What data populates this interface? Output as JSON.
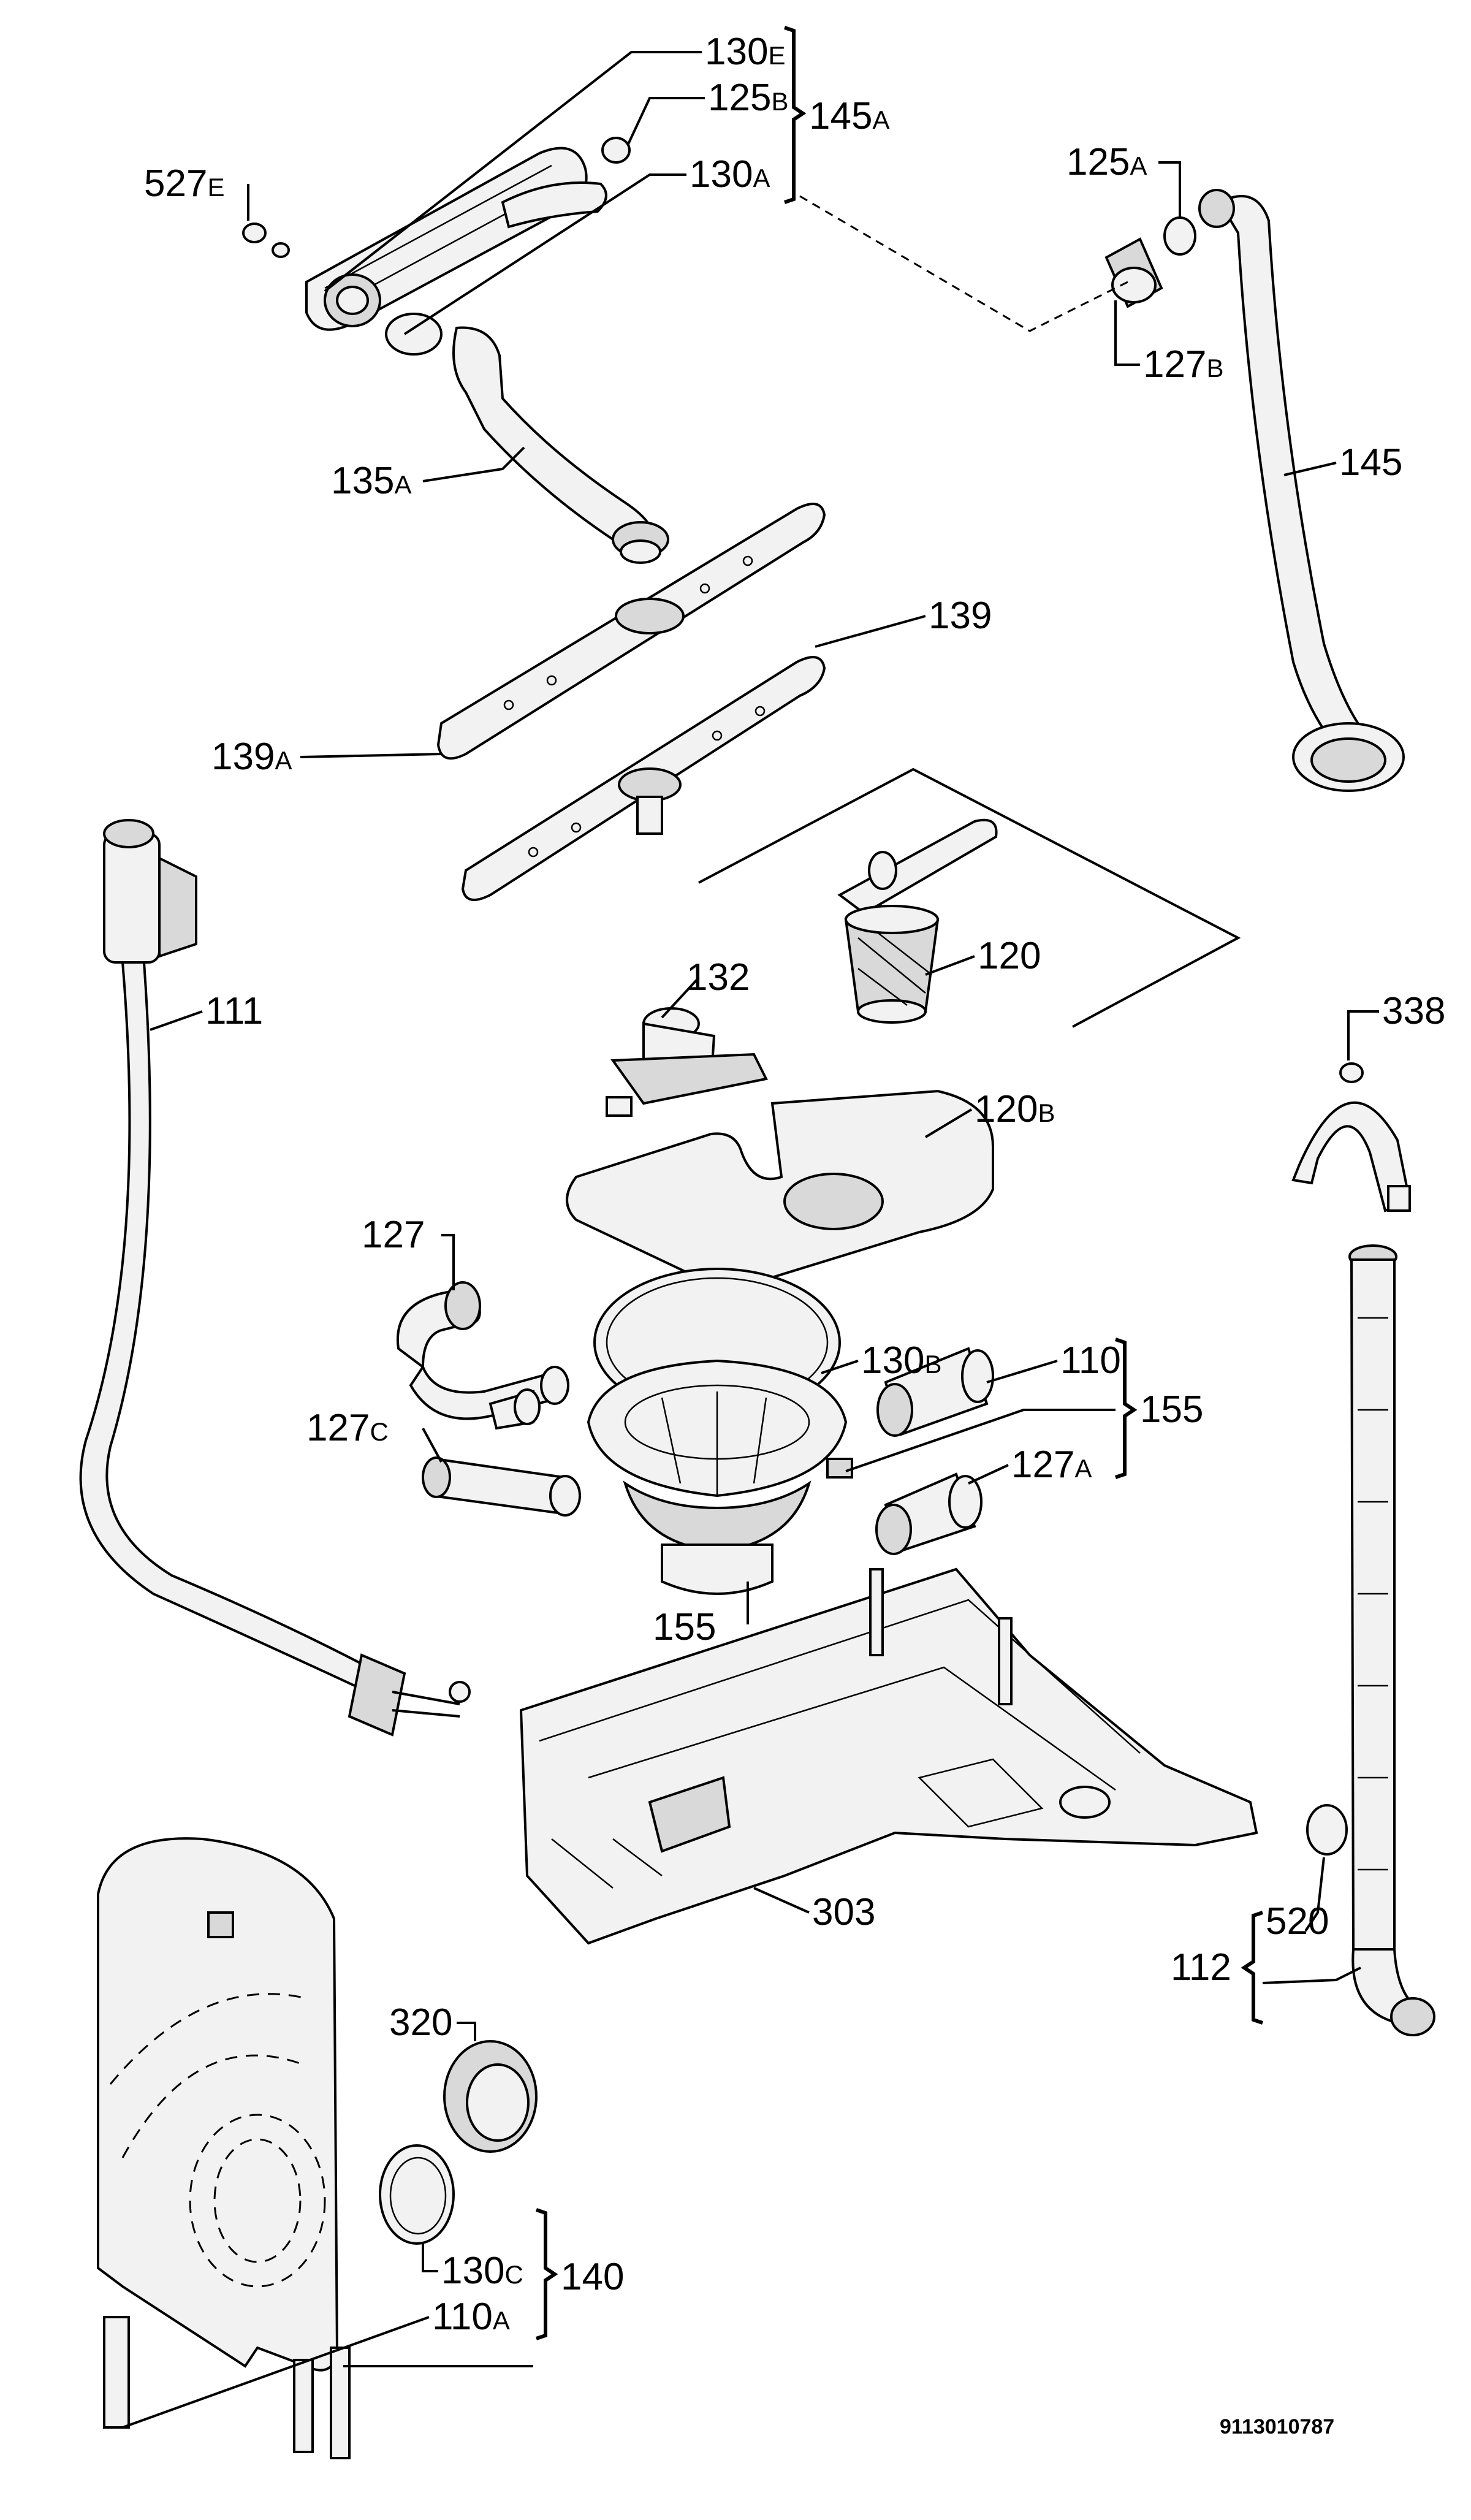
{
  "labels": {
    "l130e": {
      "main": "130",
      "sub": "E"
    },
    "l125b": {
      "main": "125",
      "sub": "B"
    },
    "l145a": {
      "main": "145",
      "sub": "A"
    },
    "l130a": {
      "main": "130",
      "sub": "A"
    },
    "l527e": {
      "main": "527",
      "sub": "E"
    },
    "l125a": {
      "main": "125",
      "sub": "A"
    },
    "l127b": {
      "main": "127",
      "sub": "B"
    },
    "l145": {
      "main": "145",
      "sub": ""
    },
    "l135a": {
      "main": "135",
      "sub": "A"
    },
    "l139": {
      "main": "139",
      "sub": ""
    },
    "l139a": {
      "main": "139",
      "sub": "A"
    },
    "l111": {
      "main": "111",
      "sub": ""
    },
    "l132": {
      "main": "132",
      "sub": ""
    },
    "l120": {
      "main": "120",
      "sub": ""
    },
    "l338": {
      "main": "338",
      "sub": ""
    },
    "l120b": {
      "main": "120",
      "sub": "B"
    },
    "l127": {
      "main": "127",
      "sub": ""
    },
    "l130b": {
      "main": "130",
      "sub": "B"
    },
    "l110": {
      "main": "110",
      "sub": ""
    },
    "l155r": {
      "main": "155",
      "sub": ""
    },
    "l127c": {
      "main": "127",
      "sub": "C"
    },
    "l127a": {
      "main": "127",
      "sub": "A"
    },
    "l155": {
      "main": "155",
      "sub": ""
    },
    "l303": {
      "main": "303",
      "sub": ""
    },
    "l520": {
      "main": "520",
      "sub": ""
    },
    "l112": {
      "main": "112",
      "sub": ""
    },
    "l320": {
      "main": "320",
      "sub": ""
    },
    "l130c": {
      "main": "130",
      "sub": "C"
    },
    "l140": {
      "main": "140",
      "sub": ""
    },
    "l110a": {
      "main": "110",
      "sub": "A"
    }
  },
  "doc_id": "9113010787"
}
